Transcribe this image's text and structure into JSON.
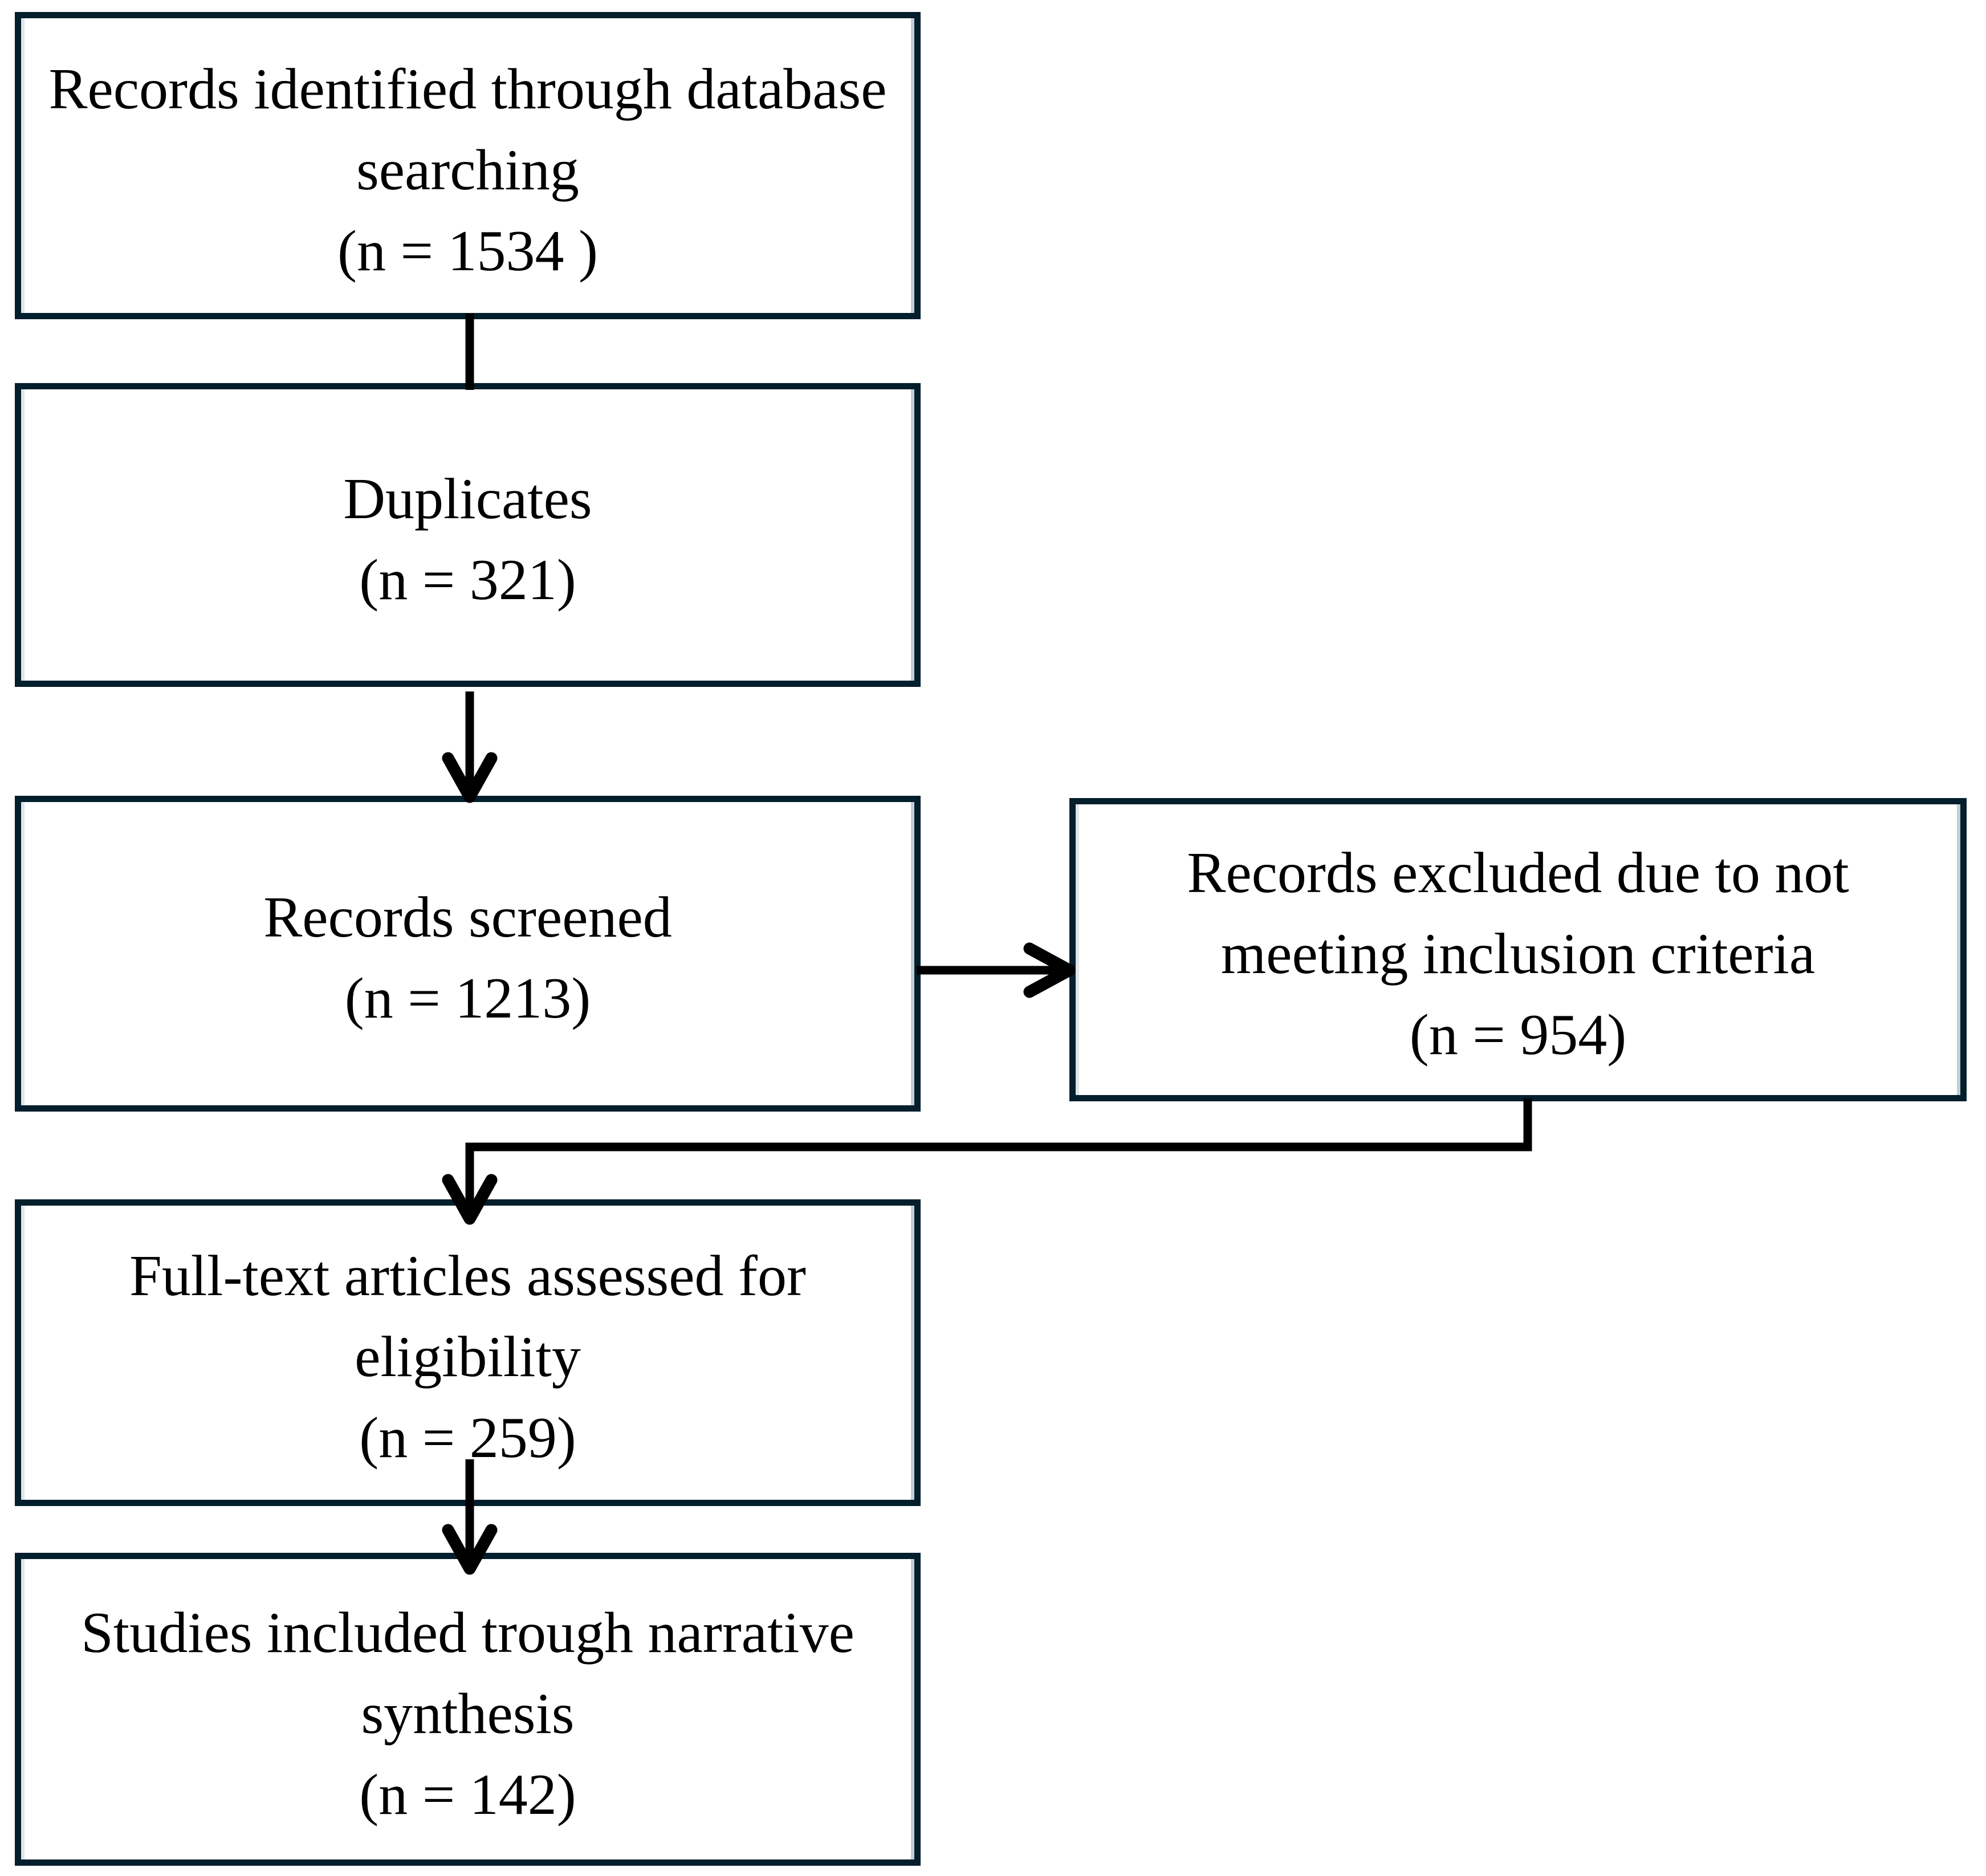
{
  "colors": {
    "background": "#ffffff",
    "text": "#000000",
    "box_border": "#031e2c",
    "box_fill": "#ffffff",
    "connector": "#000000"
  },
  "flow": {
    "boxes": [
      {
        "id": "records-identified",
        "n": 1534,
        "lines": [
          "Records identified through database",
          "searching",
          "(n = 1534 )"
        ]
      },
      {
        "id": "duplicates",
        "n": 321,
        "lines": [
          "Duplicates",
          "(n = 321)"
        ]
      },
      {
        "id": "records-screened",
        "n": 1213,
        "lines": [
          "Records screened",
          "(n = 1213)"
        ]
      },
      {
        "id": "records-excluded",
        "n": 954,
        "lines": [
          "Records excluded due to not",
          "meeting inclusion criteria",
          "(n = 954)"
        ]
      },
      {
        "id": "fulltext-assessed",
        "n": 259,
        "lines": [
          "Full-text articles assessed for",
          "eligibility",
          "(n = 259)"
        ]
      },
      {
        "id": "studies-included",
        "n": 142,
        "lines": [
          "Studies included trough narrative",
          "synthesis",
          "(n = 142)"
        ]
      }
    ],
    "connectors": [
      {
        "from": "records-identified",
        "to": "duplicates",
        "style": "plain-line"
      },
      {
        "from": "duplicates",
        "to": "records-screened",
        "style": "arrow-down"
      },
      {
        "from": "records-screened",
        "to": "records-excluded",
        "style": "arrow-right"
      },
      {
        "from": "records-excluded",
        "to": "fulltext-assessed",
        "style": "elbow-arrow-down"
      },
      {
        "from": "fulltext-assessed",
        "to": "studies-included",
        "style": "arrow-down"
      }
    ]
  }
}
